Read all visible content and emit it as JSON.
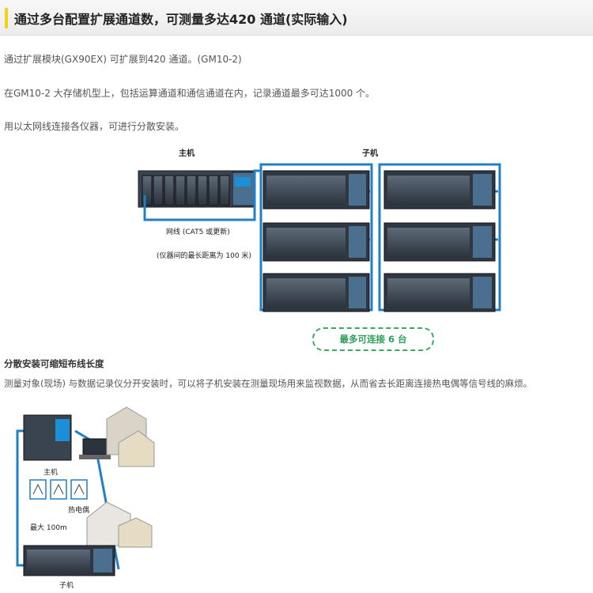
{
  "header": {
    "title": "通过多台配置扩展通道数，可测量多达420 通道(实际输入)"
  },
  "paragraphs": [
    "通过扩展模块(GX90EX) 可扩展到420 通道。(GM10-2)",
    "在GM10-2 大存储机型上，包括运算通道和通信通道在内，记录通道最多可达1000 个。",
    "用以太网线连接各仪器，可进行分散安装。"
  ],
  "diagram1": {
    "main_label": "主机",
    "sub_label": "子机",
    "cable_label": "网线 (CAT5 或更新)",
    "distance_label": "(仪器间的最长距离为 100 米)",
    "max_label": "最多可连接 6 台"
  },
  "section": {
    "title": "分散安装可缩短布线长度",
    "text": "测量对象(现场) 与数据记录仪分开安装时，可以将子机安装在测量现场用来监视数据，从而省去长距离连接热电偶等信号线的麻烦。"
  },
  "diagram2": {
    "main_label": "主机",
    "thermocouple_label": "热电偶",
    "max_distance_label": "最大 100m",
    "sub_label": "子机"
  },
  "colors": {
    "accent": "#f1d21b",
    "cable": "#1f7fc8",
    "highlight": "#3aa765"
  }
}
